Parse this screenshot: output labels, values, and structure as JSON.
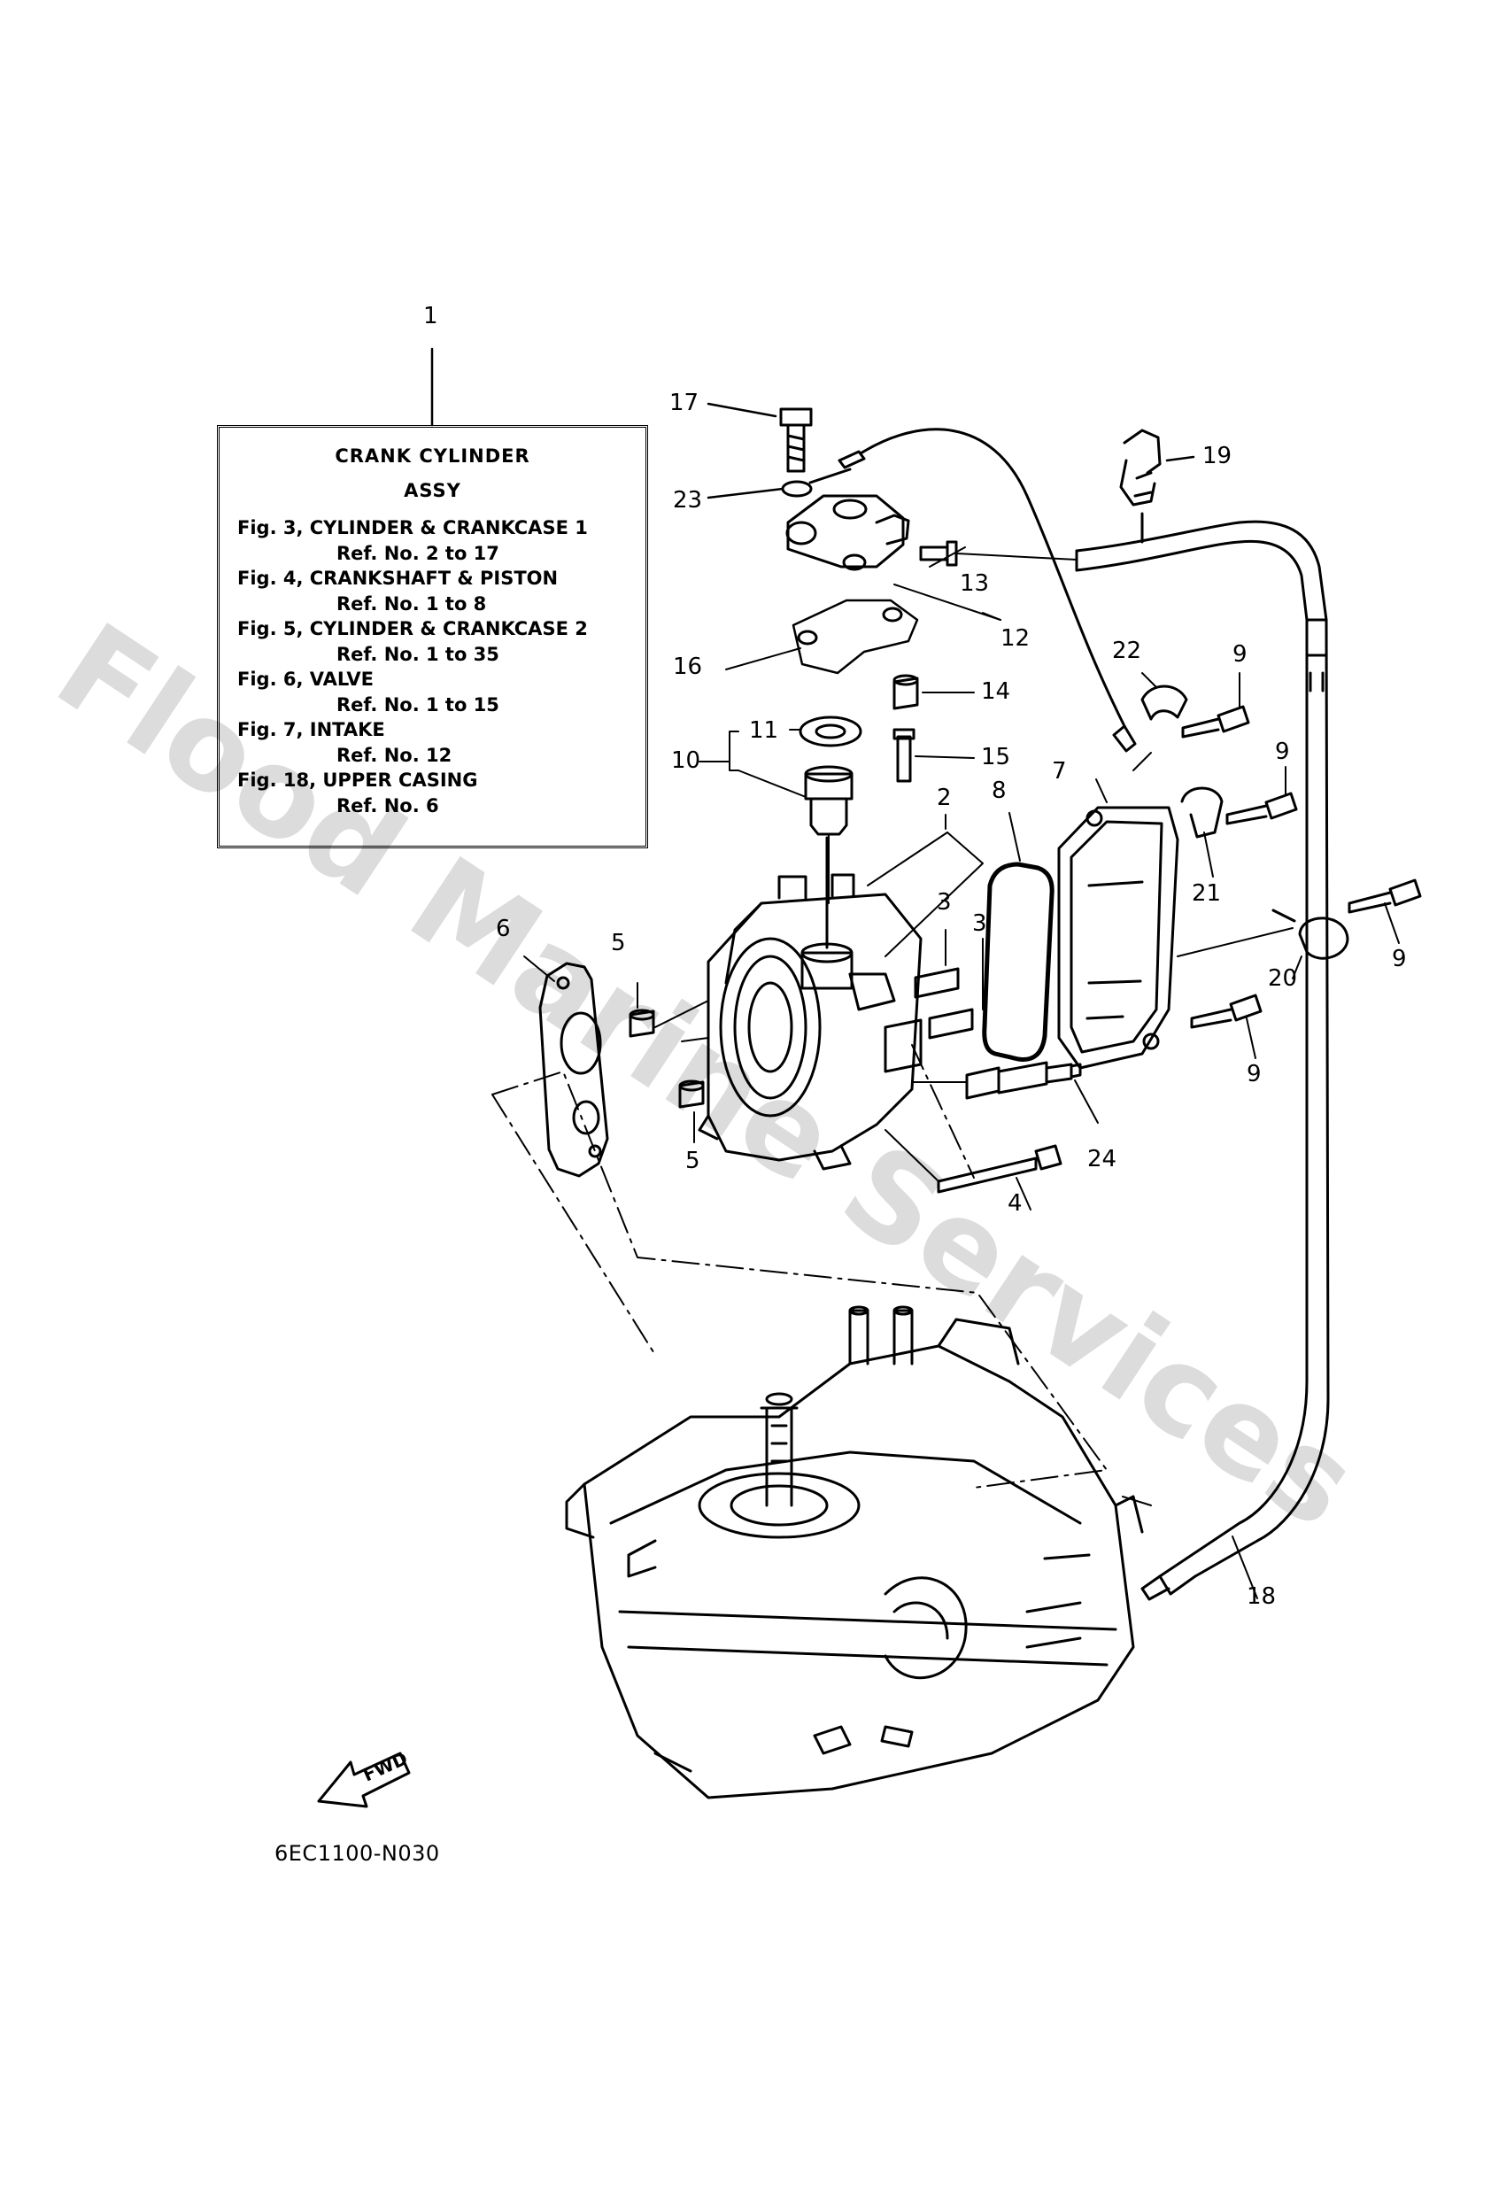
{
  "watermark": "Flood Marine Services",
  "info_box": {
    "title_line1": "CRANK CYLINDER",
    "title_line2": "ASSY",
    "entries": [
      {
        "fig": "Fig. 3, CYLINDER & CRANKCASE 1",
        "ref": "Ref. No. 2 to 17"
      },
      {
        "fig": "Fig. 4, CRANKSHAFT & PISTON",
        "ref": "Ref. No. 1 to 8"
      },
      {
        "fig": "Fig. 5, CYLINDER & CRANKCASE 2",
        "ref": "Ref. No. 1 to 35"
      },
      {
        "fig": "Fig. 6, VALVE",
        "ref": "Ref. No. 1 to 15"
      },
      {
        "fig": "Fig. 7, INTAKE",
        "ref": "Ref. No. 12"
      },
      {
        "fig": "Fig. 18, UPPER CASING",
        "ref": "Ref. No. 6"
      }
    ]
  },
  "callouts": {
    "c1": "1",
    "c2": "2",
    "c3a": "3",
    "c3b": "3",
    "c4": "4",
    "c5a": "5",
    "c5b": "5",
    "c6": "6",
    "c7": "7",
    "c8": "8",
    "c9a": "9",
    "c9b": "9",
    "c9c": "9",
    "c9d": "9",
    "c10": "10",
    "c11": "11",
    "c12": "12",
    "c13": "13",
    "c14": "14",
    "c15": "15",
    "c16": "16",
    "c17": "17",
    "c18": "18",
    "c19": "19",
    "c20": "20",
    "c21": "21",
    "c22": "22",
    "c23": "23",
    "c24": "24"
  },
  "fwd_label": "FWD",
  "diagram_code": "6EC1100-N030",
  "colors": {
    "line": "#000000",
    "watermark": "#d9d9d9"
  }
}
